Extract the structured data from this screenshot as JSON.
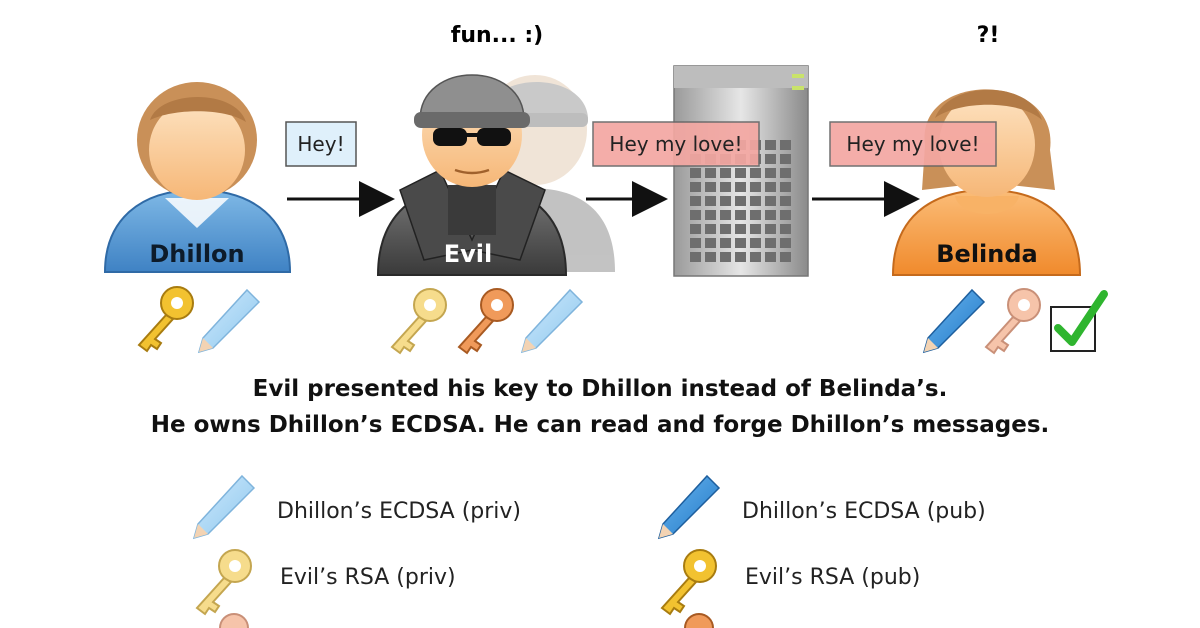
{
  "top_labels": {
    "evil_thought": "fun... :)",
    "belinda_thought": "?!"
  },
  "actors": {
    "dhillon": "Dhillon",
    "evil": "Evil",
    "belinda": "Belinda"
  },
  "messages": {
    "original": "Hey!",
    "forged_to_server": "Hey my love!",
    "forged_to_belinda": "Hey my love!"
  },
  "caption": {
    "line1": "Evil presented his key to Dhillon instead of Belinda’s.",
    "line2": "He owns Dhillon’s ECDSA. He can read and forge Dhillon’s messages."
  },
  "legend": [
    {
      "label": "Dhillon’s ECDSA (priv)",
      "icon": "pencil-light-icon"
    },
    {
      "label": "Dhillon’s ECDSA (pub)",
      "icon": "pencil-dark-icon"
    },
    {
      "label": "Evil’s RSA (priv)",
      "icon": "key-light-yellow-icon"
    },
    {
      "label": "Evil’s RSA (pub)",
      "icon": "key-yellow-icon"
    }
  ],
  "colors": {
    "dhillon_body": "#5b9bd5",
    "evil_body": "#5a5a5a",
    "belinda_body": "#f7a04b",
    "message_plain": "#dff0fb",
    "message_forged": "#f4a7a2",
    "check": "#2fb52f"
  }
}
